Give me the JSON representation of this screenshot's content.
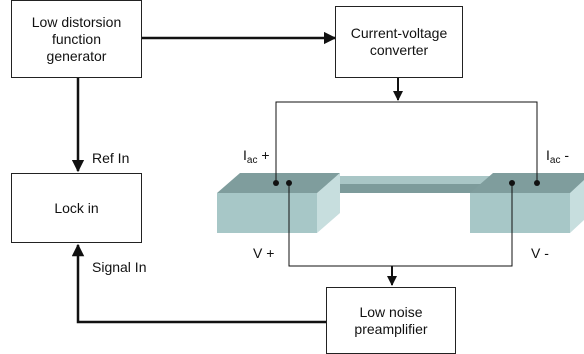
{
  "blocks": {
    "generator": "Low distorsion\nfunction\ngenerator",
    "converter": "Current-voltage\nconverter",
    "lockin": "Lock in",
    "preamp": "Low noise\npreamplifier"
  },
  "labels": {
    "ref_in": "Ref In",
    "signal_in": "Signal In",
    "iac_plus_main": "I",
    "iac_plus_sub": "ac",
    "iac_plus_sign": " +",
    "iac_minus_main": "I",
    "iac_minus_sub": "ac",
    "iac_minus_sign": " -",
    "v_plus": "V +",
    "v_minus": "V -"
  },
  "colors": {
    "pad_top": "#7f9d9d",
    "pad_front": "#a7c7c7",
    "pad_side": "#c7dede",
    "bar_top": "#a9c6c6",
    "bar_front": "#7d9b9b"
  }
}
